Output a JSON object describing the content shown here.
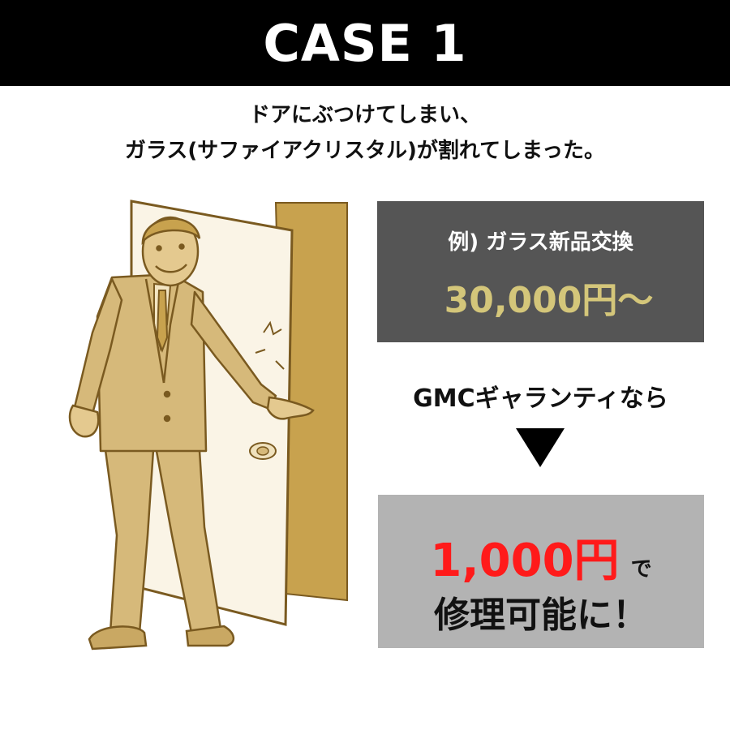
{
  "header": {
    "title": "CASE 1"
  },
  "subtitle": {
    "line1": "ドアにぶつけてしまい、",
    "line2": "ガラス(サファイアクリスタル)が割れてしまった。"
  },
  "price_box": {
    "label": "例) ガラス新品交換",
    "value": "30,000円〜"
  },
  "guarantee": {
    "text": "GMCギャランティなら"
  },
  "result": {
    "price": "1,000円",
    "suffix": "で",
    "line2": "修理可能に！"
  },
  "colors": {
    "header_bg": "#000000",
    "price_box_bg": "#555555",
    "price_value": "#d4c67a",
    "result_box_bg": "#b3b3b3",
    "result_price": "#ff1a1a",
    "illustration_tone": "#d6b97a"
  }
}
